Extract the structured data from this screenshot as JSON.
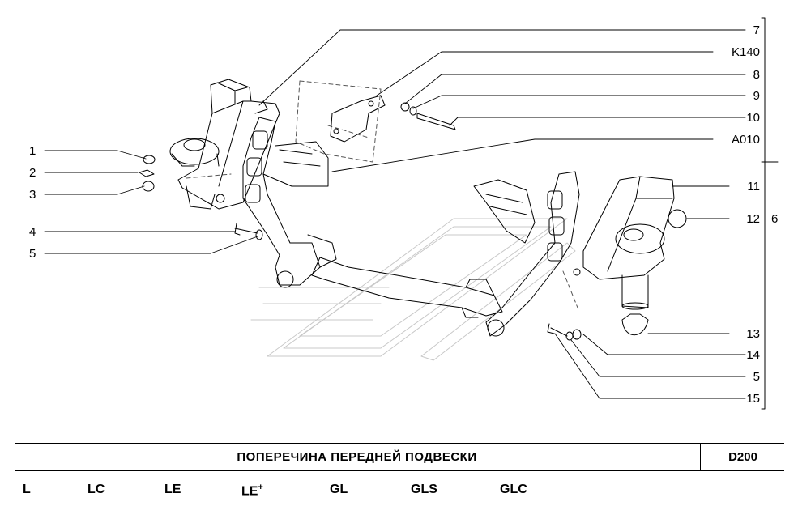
{
  "diagram": {
    "callouts_left": [
      "1",
      "2",
      "3",
      "4",
      "5"
    ],
    "callouts_right": [
      "7",
      "K140",
      "8",
      "9",
      "10",
      "A010",
      "11",
      "12",
      "13",
      "14",
      "5",
      "15"
    ],
    "group_label": "6"
  },
  "title": {
    "text": "ПОПЕРЕЧИНА ПЕРЕДНЕЙ ПОДВЕСКИ",
    "code": "D200"
  },
  "variants": [
    "L",
    "LC",
    "LE",
    "LE",
    "GL",
    "GLS",
    "GLC"
  ],
  "variant_plus": "+"
}
